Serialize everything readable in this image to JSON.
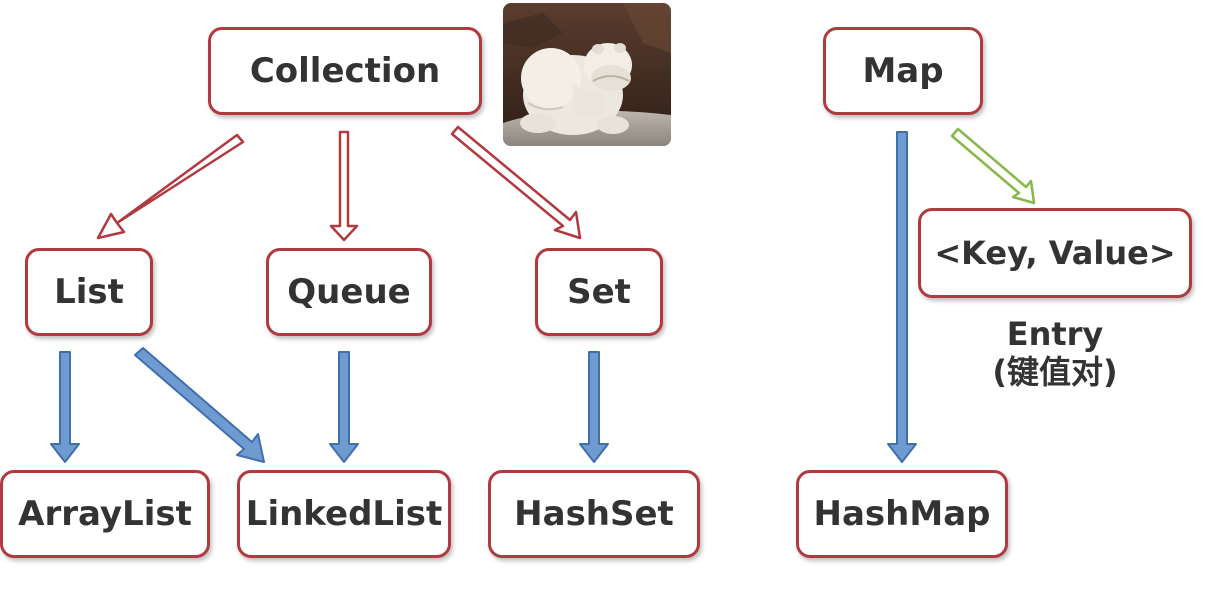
{
  "nodes": {
    "collection": "Collection",
    "map": "Map",
    "list": "List",
    "queue": "Queue",
    "set": "Set",
    "entry_box": "<Key, Value>",
    "arraylist": "ArrayList",
    "linkedlist": "LinkedList",
    "hashset": "HashSet",
    "hashmap": "HashMap"
  },
  "entry_caption": {
    "title": "Entry",
    "subtitle": "(键值对)"
  },
  "colors": {
    "box_border": "#b03a40",
    "red_arrow": "#b03a40",
    "blue_arrow": "#4a7ec0",
    "green_arrow": "#86b94a",
    "text": "#333333"
  },
  "image": {
    "icon": "polar-bear-facepalm-photo"
  }
}
